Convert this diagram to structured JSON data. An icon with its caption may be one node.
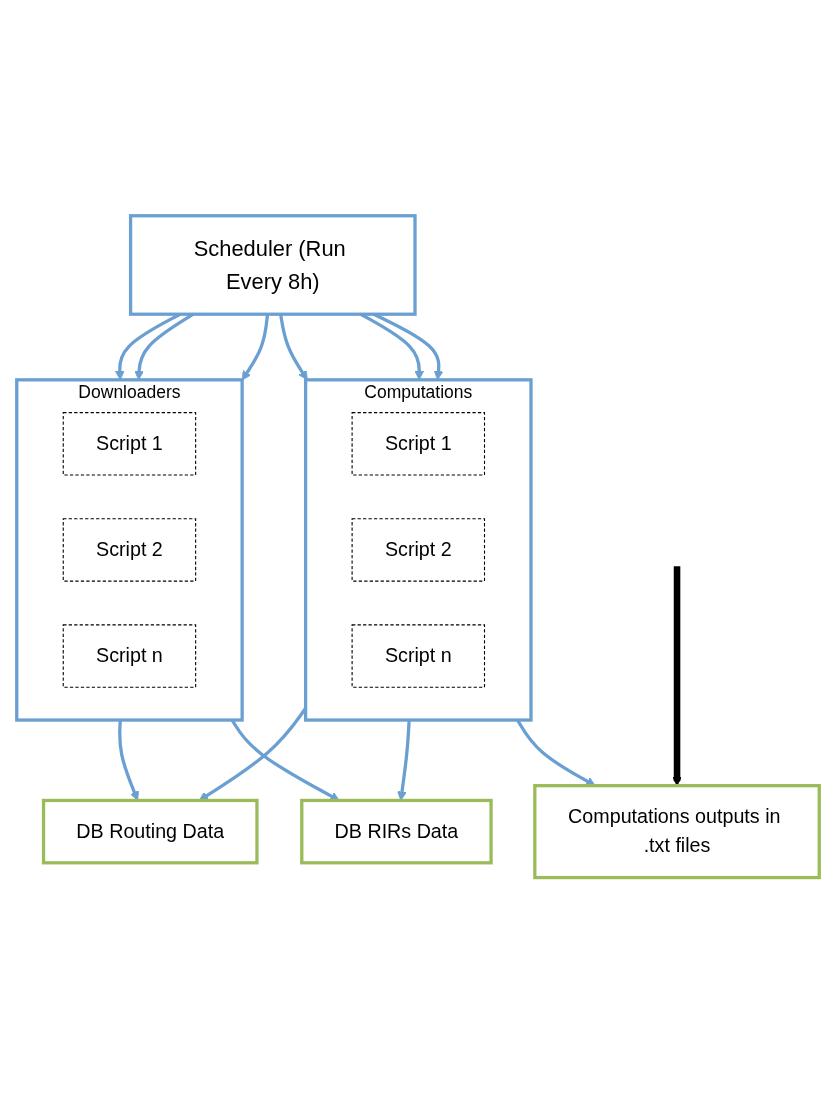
{
  "diagram": {
    "nodes": [
      {
        "text": [
          "Scheduler (Run Every 8h)"
        ]
      },
      {
        "text": [
          "Downloaders"
        ]
      },
      {
        "text": [
          "Script 1"
        ],
        "in": 1
      },
      {
        "text": [
          "Script 2"
        ],
        "in": 1
      },
      {
        "text": [
          "Script n"
        ],
        "in": 1
      },
      {
        "text": [
          "DB Routing Data"
        ]
      },
      {
        "text": [
          "DB RIRs Data"
        ]
      },
      {
        "text": [
          "Computations outputs in .txt files"
        ]
      },
      {
        "text": [
          "Computations"
        ]
      },
      {
        "text": [
          "Script 1"
        ],
        "in": 8
      },
      {
        "text": [
          "Script 2"
        ],
        "in": 8
      },
      {
        "text": [
          "Script n"
        ],
        "in": 8
      }
    ],
    "edges": [
      {
        "from": 0,
        "to": 1,
        "arrow": "to"
      },
      {
        "from": 0,
        "to": 1,
        "arrow": "to"
      },
      {
        "from": 0,
        "to": 1,
        "arrow": "to"
      },
      {
        "from": 1,
        "to": 5,
        "arrow": "to"
      },
      {
        "from": 1,
        "to": 6,
        "arrow": "to"
      },
      {
        "from": 8,
        "to": 5,
        "arrow": "to"
      },
      {
        "from": 8,
        "to": 6,
        "arrow": "to"
      },
      {
        "from": 8,
        "to": 7,
        "arrow": "to"
      },
      {
        "from": 0,
        "to": 8,
        "arrow": "to"
      },
      {
        "from": 0,
        "to": 8,
        "arrow": "to"
      },
      {
        "from": 0,
        "to": 8,
        "arrow": "to"
      },
      {
        "from": null,
        "to": 7,
        "arrow": "to",
        "style": "thick",
        "color": "#000000"
      }
    ]
  }
}
